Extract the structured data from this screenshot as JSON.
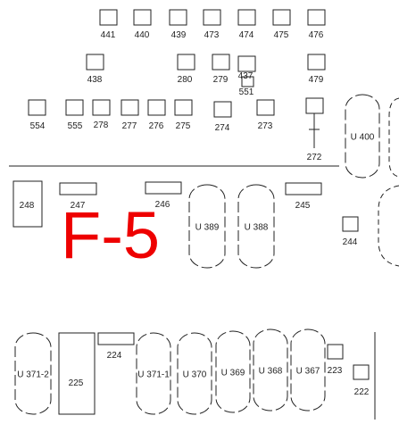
{
  "zone_label": "F-5",
  "colors": {
    "zone_label": "#ee0000",
    "outline": "#222222",
    "background": "#ffffff"
  },
  "small_boxes": [
    {
      "id": "441"
    },
    {
      "id": "440"
    },
    {
      "id": "439"
    },
    {
      "id": "473"
    },
    {
      "id": "474"
    },
    {
      "id": "475"
    },
    {
      "id": "476"
    },
    {
      "id": "438"
    },
    {
      "id": "280"
    },
    {
      "id": "279"
    },
    {
      "id": "437"
    },
    {
      "id": "551"
    },
    {
      "id": "479"
    },
    {
      "id": "554"
    },
    {
      "id": "555"
    },
    {
      "id": "278"
    },
    {
      "id": "277"
    },
    {
      "id": "276"
    },
    {
      "id": "275"
    },
    {
      "id": "274"
    },
    {
      "id": "273"
    },
    {
      "id": "272"
    },
    {
      "id": "244"
    },
    {
      "id": "223"
    },
    {
      "id": "222"
    }
  ],
  "wide_slots": [
    {
      "id": "247"
    },
    {
      "id": "246"
    },
    {
      "id": "245"
    },
    {
      "id": "224"
    }
  ],
  "rect_units": [
    {
      "id": "248"
    },
    {
      "id": "225"
    }
  ],
  "capsules": [
    {
      "id": "U 400"
    },
    {
      "id": "U 389"
    },
    {
      "id": "U 388"
    },
    {
      "id": "U 371-2"
    },
    {
      "id": "U 371-1"
    },
    {
      "id": "U 370"
    },
    {
      "id": "U 369"
    },
    {
      "id": "U 368"
    },
    {
      "id": "U 367"
    }
  ]
}
